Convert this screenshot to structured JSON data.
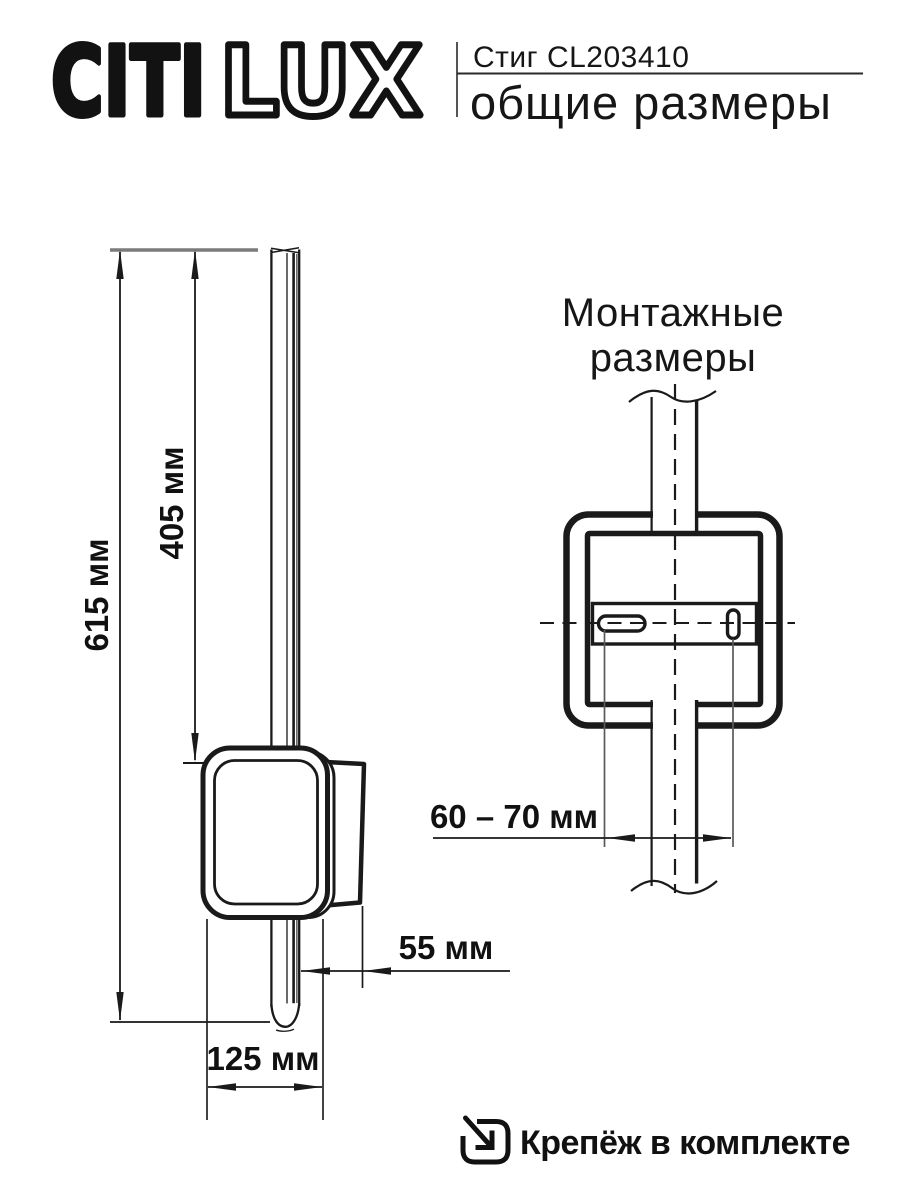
{
  "header": {
    "logo": {
      "solid": "CITI",
      "outline": "LUX"
    },
    "product": "Стиг CL203410",
    "view": "общие размеры"
  },
  "general": {
    "total_height": "615 мм",
    "bar_height": "405 мм",
    "depth": "55 мм",
    "width": "125 мм"
  },
  "mounting": {
    "title_1": "Монтажные",
    "title_2": "размеры",
    "hole_spacing": "60 – 70 мм"
  },
  "footer": {
    "note": "Крепёж в комплекте"
  },
  "colors": {
    "ink": "#1a1a1a",
    "guide_gray": "#7b7b7b",
    "background": "#ffffff"
  }
}
